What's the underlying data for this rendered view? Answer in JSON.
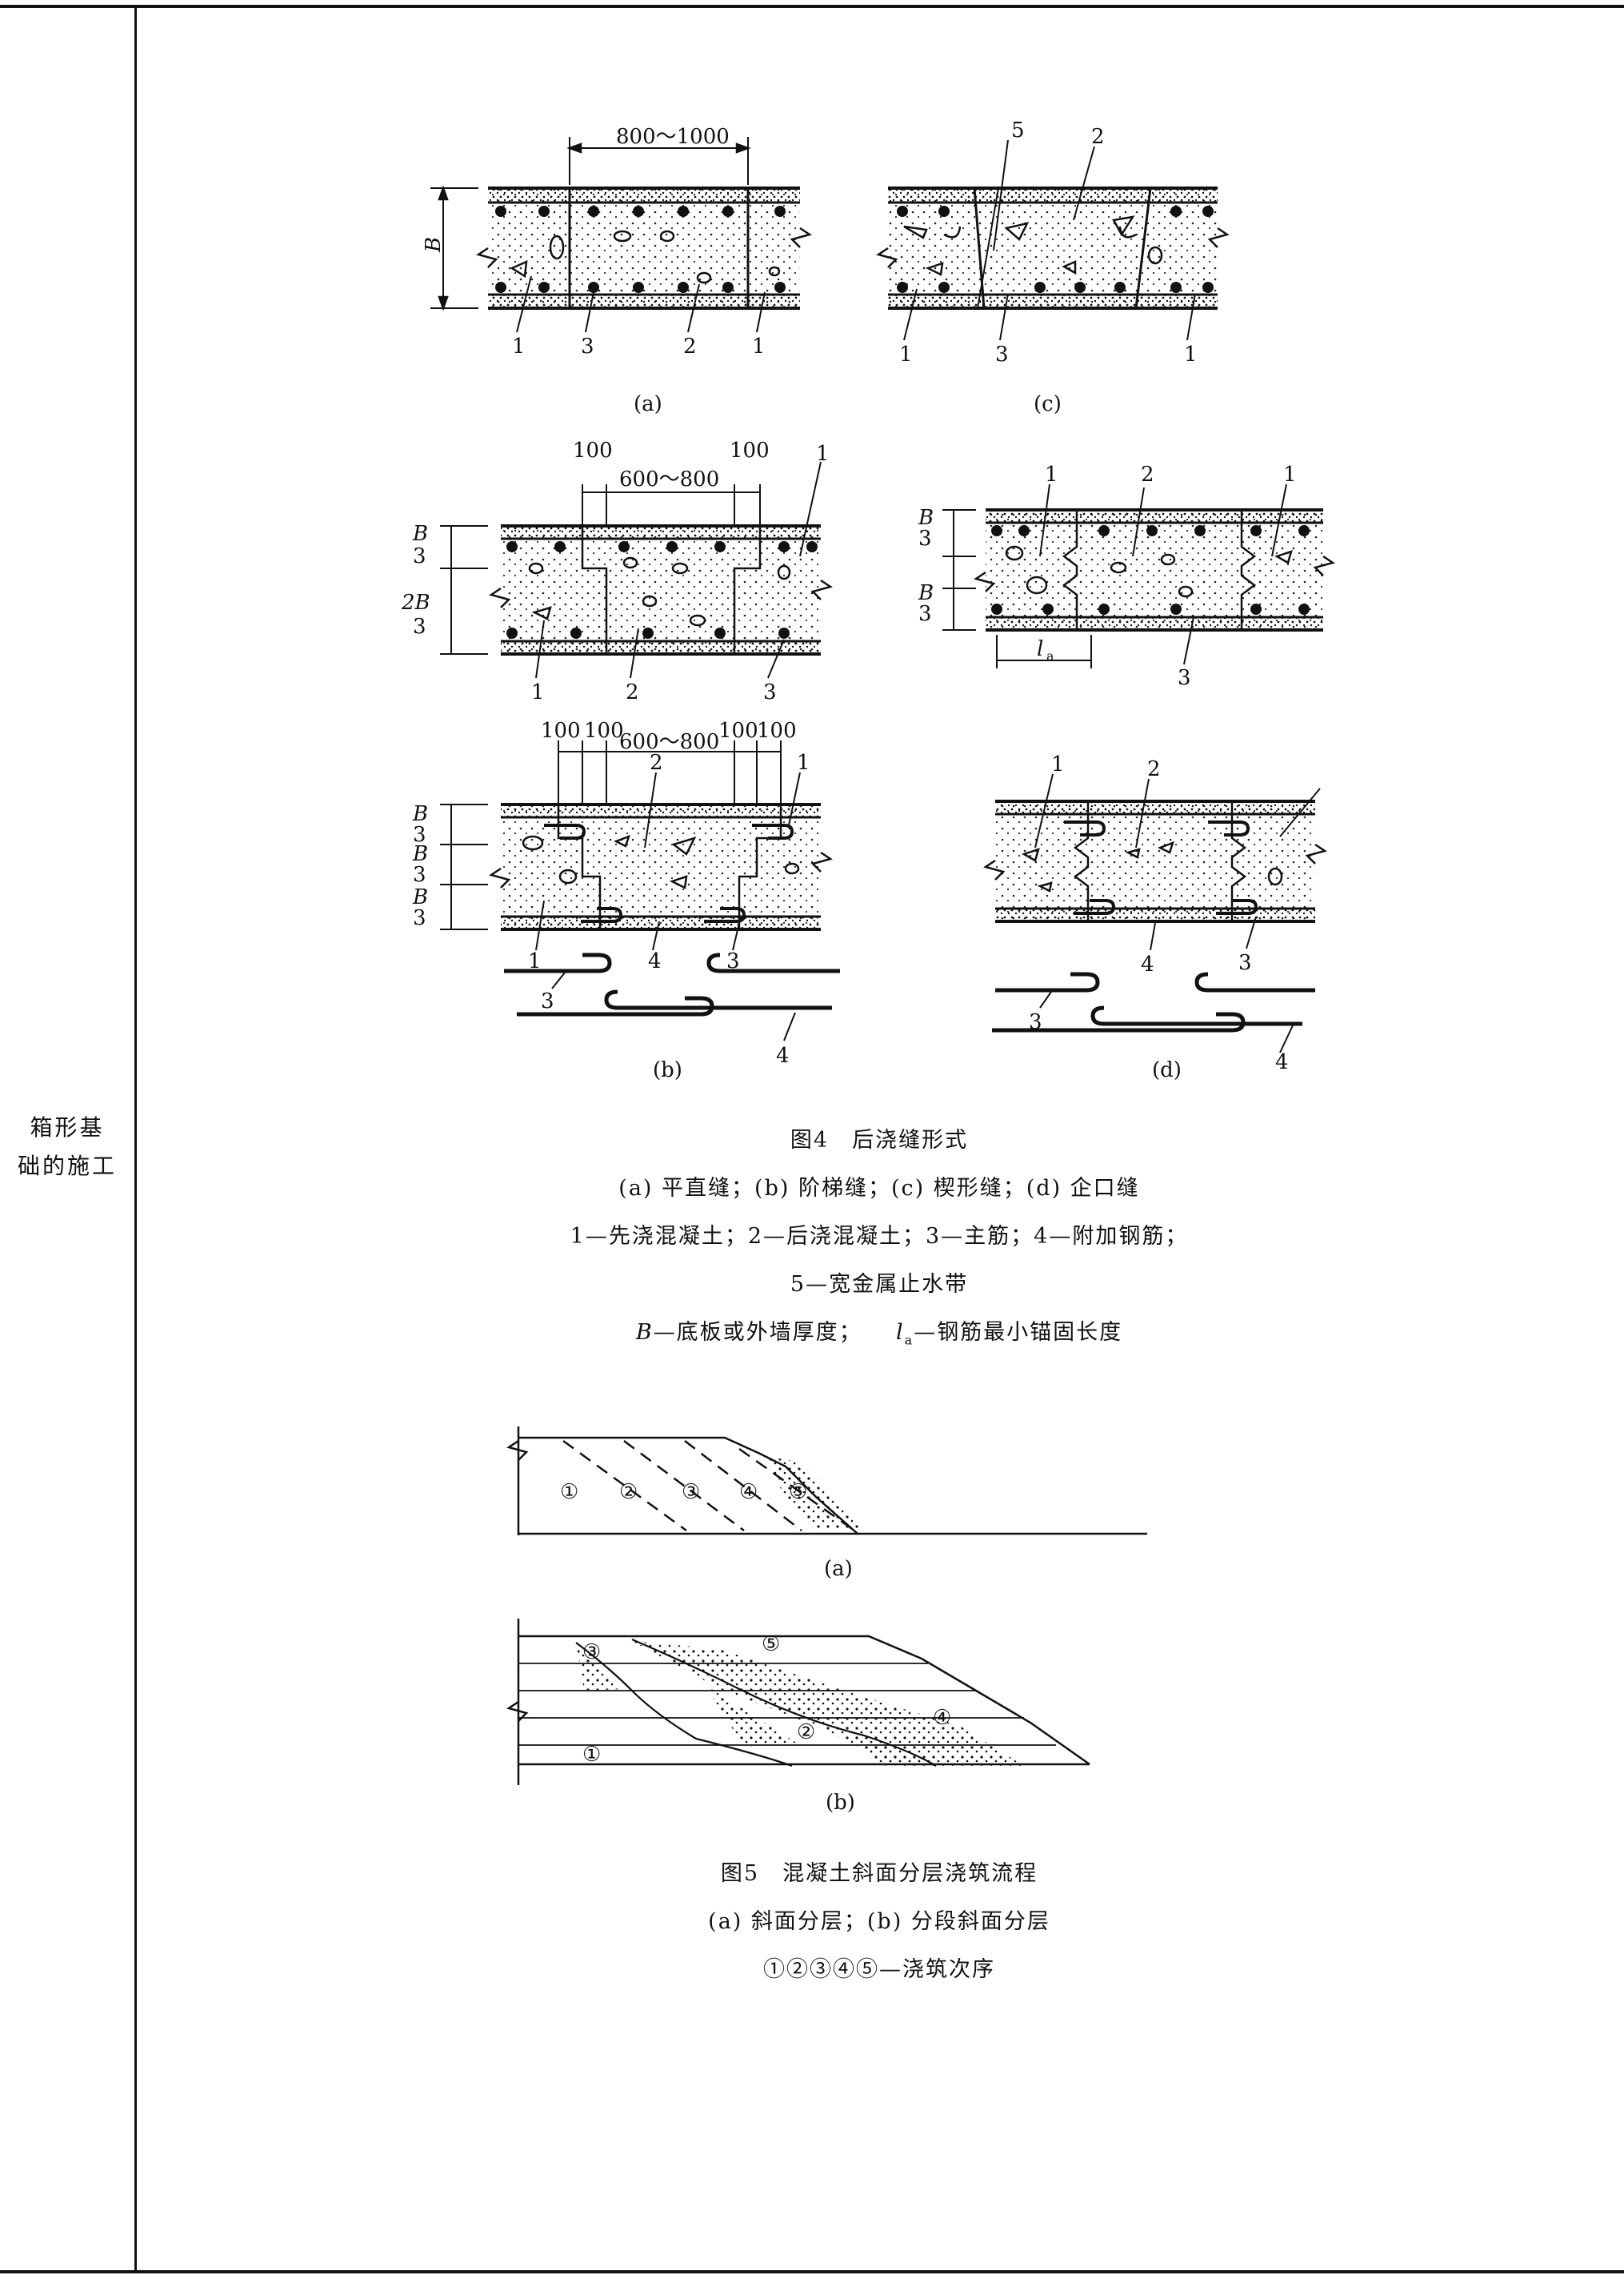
{
  "side": {
    "line1": "箱形基",
    "line2": "础的施工"
  },
  "fig4": {
    "panel_a": {
      "label": "(a)",
      "dim": "800～1000",
      "callouts": [
        "1",
        "3",
        "2",
        "1"
      ],
      "B": "B"
    },
    "panel_c": {
      "label": "(c)",
      "callouts": [
        "5",
        "2",
        "1",
        "3",
        "1"
      ]
    },
    "panel_b": {
      "label": "(b)",
      "dims_top": [
        "100",
        "600～800",
        "100"
      ],
      "dims_top2": [
        "100",
        "100",
        "600～800",
        "100",
        "100"
      ],
      "callouts_upper": [
        "1",
        "1",
        "2",
        "3"
      ],
      "callouts_lower": [
        "2",
        "1",
        "1",
        "4",
        "3",
        "3",
        "4"
      ],
      "frac_num": "B",
      "frac_num2": "2B",
      "frac_den": "3"
    },
    "panel_d": {
      "label": "(d)",
      "la_sub": "a",
      "la": "l",
      "callouts_upper": [
        "1",
        "2",
        "1",
        "3"
      ],
      "callouts_lower": [
        "1",
        "2",
        "4",
        "3",
        "3",
        "4"
      ]
    },
    "caption_title": "图4　后浇缝形式",
    "caption_line1": "(a) 平直缝；(b) 阶梯缝；(c) 楔形缝；(d) 企口缝",
    "caption_line2": "1—先浇混凝土；2—后浇混凝土；3—主筋；4—附加钢筋；",
    "caption_line3": "5—宽金属止水带",
    "caption_line4_B": "B",
    "caption_line4_a": "—底板或外墙厚度；",
    "caption_line4_l": "l",
    "caption_line4_sub": "a",
    "caption_line4_b": "—钢筋最小锚固长度"
  },
  "fig5": {
    "a_label": "(a)",
    "b_label": "(b)",
    "a_seq": [
      "①",
      "②",
      "③",
      "④",
      "⑤"
    ],
    "b_seq": [
      "③",
      "⑤",
      "①",
      "②",
      "④"
    ],
    "caption_title": "图5　混凝土斜面分层浇筑流程",
    "caption_line1": "(a) 斜面分层；(b) 分段斜面分层",
    "caption_line2": "①②③④⑤—浇筑次序"
  }
}
